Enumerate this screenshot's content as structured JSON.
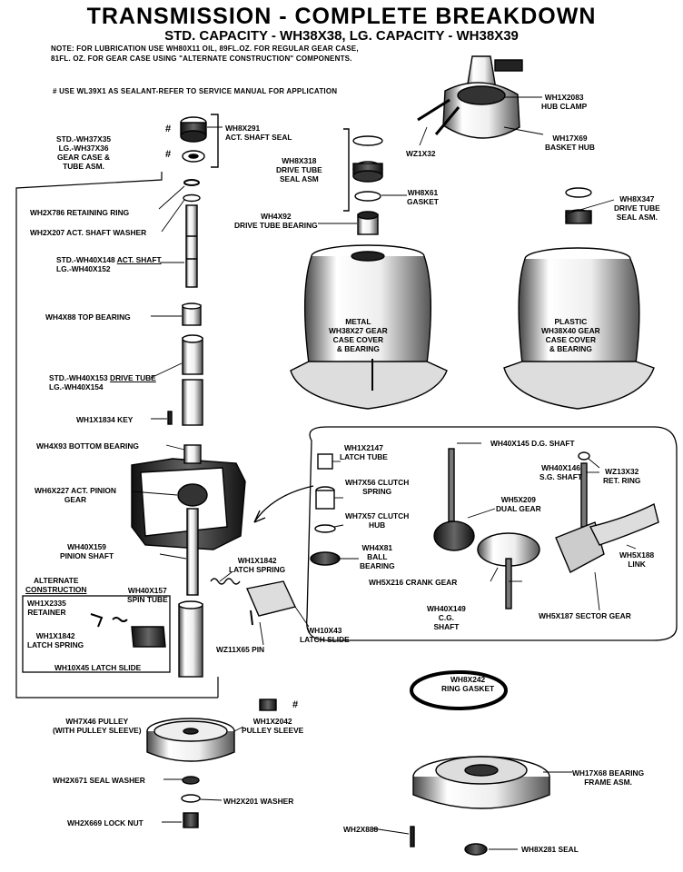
{
  "header": {
    "title": "TRANSMISSION - COMPLETE  BREAKDOWN",
    "subtitle": "STD. CAPACITY - WH38X38,  LG. CAPACITY - WH38X39"
  },
  "notes": {
    "line1": "NOTE:  FOR LUBRICATION USE WH80X11 OIL, 89FL.OZ. FOR REGULAR GEAR CASE,",
    "line2": "81FL. OZ. FOR GEAR CASE USING  \"ALTERNATE CONSTRUCTION\" COMPONENTS.",
    "sealant": "#  USE WL39X1 AS SEALANT-REFER TO  SERVICE  MANUAL  FOR  APPLICATION"
  },
  "marker": "#",
  "parts": {
    "hub_clamp_num": "WH1X2083",
    "hub_clamp_name": "HUB CLAMP",
    "basket_hub_num": "WH17X69",
    "basket_hub_name": "BASKET HUB",
    "wz1x32": "WZ1X32",
    "act_shaft_seal_num": "WH8X291",
    "act_shaft_seal_name": "ACT. SHAFT SEAL",
    "gear_case_l1": "STD.-WH37X35",
    "gear_case_l2": "LG.-WH37X36",
    "gear_case_l3": "GEAR CASE &",
    "gear_case_l4": "TUBE ASM.",
    "dts_l1": "WH8X318",
    "dts_l2": "DRIVE TUBE",
    "dts_l3": "SEAL ASM",
    "gasket_num": "WH8X61",
    "gasket_name": "GASKET",
    "retaining_ring": "WH2X786 RETAINING RING",
    "shaft_washer": "WH2X207 ACT. SHAFT WASHER",
    "dtb_num": "WH4X92",
    "dtb_name": "DRIVE TUBE BEARING",
    "dts2_l1": "WH8X347",
    "dts2_l2": "DRIVE TUBE",
    "dts2_l3": "SEAL ASM.",
    "act_shaft_std": "STD.-WH40X148",
    "act_shaft_name": "ACT. SHAFT",
    "act_shaft_lg": "LG.-WH40X152",
    "metal_l1": "METAL",
    "metal_l2": "WH38X27 GEAR",
    "metal_l3": "CASE COVER",
    "metal_l4": "& BEARING",
    "plastic_l1": "PLASTIC",
    "plastic_l2": "WH38X40 GEAR",
    "plastic_l3": "CASE COVER",
    "plastic_l4": "& BEARING",
    "top_bearing": "WH4X88 TOP BEARING",
    "drive_tube_std": "STD.-WH40X153",
    "drive_tube_name": "DRIVE TUBE",
    "drive_tube_lg": "LG.-WH40X154",
    "key": "WH1X1834 KEY",
    "bottom_bearing": "WH4X93 BOTTOM BEARING",
    "latch_tube_num": "WH1X2147",
    "latch_tube_name": "LATCH TUBE",
    "dg_shaft": "WH40X145 D.G. SHAFT",
    "clutch_spring_num": "WH7X56 CLUTCH",
    "clutch_spring_name": "SPRING",
    "sg_shaft_num": "WH40X146",
    "sg_shaft_name": "S.G. SHAFT",
    "ret_ring_num": "WZ13X32",
    "ret_ring_name": "RET. RING",
    "pinion_gear_l1": "WH6X227 ACT. PINION",
    "pinion_gear_l2": "GEAR",
    "dual_gear_num": "WH5X209",
    "dual_gear_name": "DUAL GEAR",
    "clutch_hub_num": "WH7X57 CLUTCH",
    "clutch_hub_name": "HUB",
    "ball_bearing_l1": "WH4X81",
    "ball_bearing_l2": "BALL",
    "ball_bearing_l3": "BEARING",
    "link_num": "WH5X188",
    "link_name": "LINK",
    "pinion_shaft_num": "WH40X159",
    "pinion_shaft_name": "PINION SHAFT",
    "latch_spring_num": "WH1X1842",
    "latch_spring_name": "LATCH SPRING",
    "crank_gear": "WH5X216 CRANK GEAR",
    "alt_l1": "ALTERNATE",
    "alt_l2": "CONSTRUCTION",
    "retainer_num": "WH1X2335",
    "retainer_name": "RETAINER",
    "spin_tube_num": "WH40X157",
    "spin_tube_name": "SPIN TUBE",
    "cg_shaft_l1": "WH40X149",
    "cg_shaft_l2": "C.G.",
    "cg_shaft_l3": "SHAFT",
    "sector_gear": "WH5X187 SECTOR GEAR",
    "alt_latch_spring_num": "WH1X1842",
    "alt_latch_spring_name": "LATCH SPRING",
    "latch_slide_num": "WH10X43",
    "latch_slide_name": "LATCH SLIDE",
    "pin": "WZ11X65 PIN",
    "alt_latch_slide": "WH10X45 LATCH SLIDE",
    "ring_gasket_num": "WH8X242",
    "ring_gasket_name": "RING GASKET",
    "pulley_l1": "WH7X46 PULLEY",
    "pulley_l2": "(WITH PULLEY SLEEVE)",
    "pulley_sleeve_num": "WH1X2042",
    "pulley_sleeve_name": "PULLEY SLEEVE",
    "seal_washer": "WH2X671 SEAL WASHER",
    "washer": "WH2X201 WASHER",
    "frame_l1": "WH17X68 BEARING",
    "frame_l2": "FRAME ASM.",
    "lock_nut": "WH2X669 LOCK NUT",
    "wh2x888": "WH2X888",
    "seal": "WH8X281 SEAL"
  }
}
